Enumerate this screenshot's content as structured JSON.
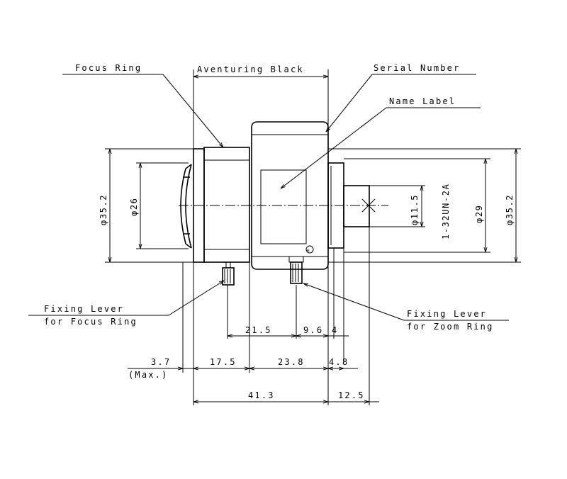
{
  "labels": {
    "focus_ring": "Focus Ring",
    "aventuring_black": "Aventuring Black",
    "serial_number": "Serial Number",
    "name_label": "Name Label",
    "fixing_lever_focus_1": "Fixing Lever",
    "fixing_lever_focus_2": "for Focus Ring",
    "fixing_lever_zoom_1": "Fixing Lever",
    "fixing_lever_zoom_2": "for Zoom Ring"
  },
  "dimensions": {
    "d_body_left": "φ35.2",
    "d_front_glass": "φ26",
    "d_rear_barrel": "φ11.5",
    "mount_thread": "1-32UN-2A",
    "d_mount": "φ29",
    "d_body_right": "φ35.2",
    "len_21_5": "21.5",
    "len_9_6": "9.6",
    "len_4": "4",
    "len_3_7": "3.7",
    "len_max": "(Max.)",
    "len_17_5": "17.5",
    "len_23_8": "23.8",
    "len_4_8": "4.8",
    "len_41_3": "41.3",
    "len_12_5": "12.5"
  }
}
